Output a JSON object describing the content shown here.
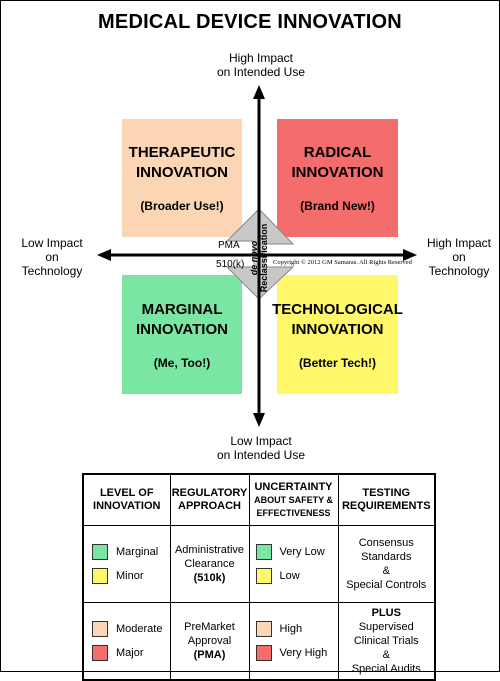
{
  "title": "MEDICAL DEVICE INNOVATION",
  "axes": {
    "top": [
      "High Impact",
      "on Intended Use"
    ],
    "bottom": [
      "Low Impact",
      "on Intended Use"
    ],
    "left": [
      "Low Impact",
      "on",
      "Technology"
    ],
    "right": [
      "High Impact",
      "on",
      "Technology"
    ]
  },
  "quadrants": {
    "therapeutic": {
      "title": [
        "THERAPEUTIC",
        "INNOVATION"
      ],
      "sub": "(Broader Use!)",
      "color": "#fcd5b4"
    },
    "radical": {
      "title": [
        "RADICAL",
        "INNOVATION"
      ],
      "sub": "(Brand New!)",
      "color": "#f46c6c"
    },
    "marginal": {
      "title": [
        "MARGINAL",
        "INNOVATION"
      ],
      "sub": "(Me, Too!)",
      "color": "#79e6a4"
    },
    "technological": {
      "title": [
        "TECHNOLOGICAL",
        "INNOVATION"
      ],
      "sub": "(Better Tech!)",
      "color": "#fff86a"
    }
  },
  "center": {
    "pma": "PMA",
    "k510": "510(k)",
    "denovo": [
      "de novo",
      "Reclassification"
    ],
    "copyright": "Copyright © 2012 GM Samaras. All Rights Reserved"
  },
  "table": {
    "headers": {
      "level": [
        "LEVEL OF",
        "INNOVATION"
      ],
      "regulatory": [
        "REGULATORY",
        "APPROACH"
      ],
      "uncertainty_main": "UNCERTAINTY",
      "uncertainty_sub": [
        "ABOUT SAFETY &",
        "EFFECTIVENESS"
      ],
      "testing": [
        "TESTING",
        "REQUIREMENTS"
      ]
    },
    "row1": {
      "levels": [
        {
          "label": "Marginal",
          "color": "#79e6a4"
        },
        {
          "label": "Minor",
          "color": "#fff86a"
        }
      ],
      "regulatory": [
        "Administrative",
        "Clearance",
        "(510k)"
      ],
      "uncertainty": [
        {
          "label": "Very Low",
          "color": "#79e6a4"
        },
        {
          "label": "Low",
          "color": "#fff86a"
        }
      ],
      "testing": [
        "Consensus",
        "Standards",
        "&",
        "Special Controls"
      ]
    },
    "row2": {
      "levels": [
        {
          "label": "Moderate",
          "color": "#fcd5b4"
        },
        {
          "label": "Major",
          "color": "#f46c6c"
        }
      ],
      "regulatory": [
        "PreMarket",
        "Approval",
        "(PMA)"
      ],
      "uncertainty": [
        {
          "label": "High",
          "color": "#fcd5b4"
        },
        {
          "label": "Very High",
          "color": "#f46c6c"
        }
      ],
      "testing": [
        "PLUS",
        "Supervised",
        "Clinical Trials",
        "&",
        "Special Audits"
      ]
    }
  }
}
